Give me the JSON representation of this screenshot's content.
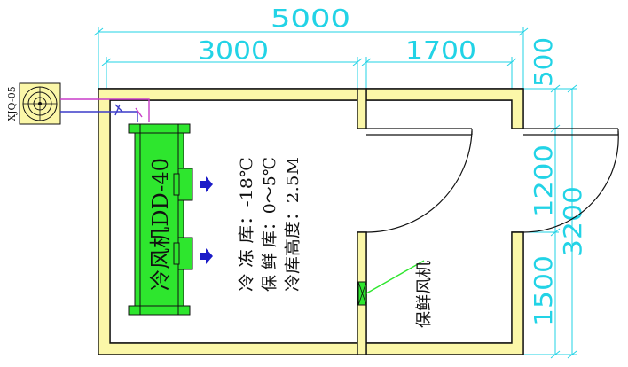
{
  "dimensions": {
    "total_width": "5000",
    "left_width": "3000",
    "right_width": "1700",
    "wall_right_top": "500",
    "door_opening": "1200",
    "total_depth": "3200",
    "lower_depth": "1500"
  },
  "equipment": {
    "condensing_unit": "XJQ-05",
    "evaporator": "冷风机DD-40",
    "fresh_fan": "保鲜风机"
  },
  "specs": {
    "freezer": "冷 冻 库：-18℃",
    "fresh": "保 鲜 库：0～5℃",
    "height": "冷库高度：2.5M"
  },
  "colors": {
    "wall_fill": "#fbf7a8",
    "evaporator": "#2ee62e",
    "dimension": "#22d3e6",
    "airflow": "#1c1cc8",
    "pipe_a": "#c83cc8",
    "pipe_b": "#3c3cc8"
  }
}
